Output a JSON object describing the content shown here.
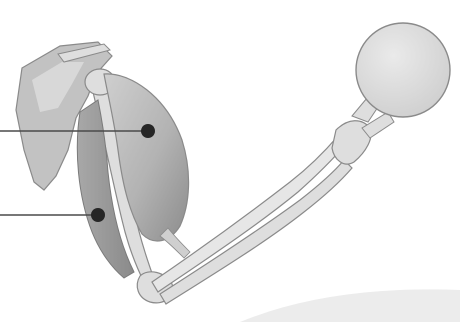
{
  "diagram": {
    "subject": "arm-skeleton-with-biceps-and-triceps",
    "callouts": [
      {
        "name": "biceps-callout",
        "points_to": "biceps-muscle",
        "label": ""
      },
      {
        "name": "triceps-callout",
        "points_to": "triceps-muscle",
        "label": ""
      }
    ],
    "colors": {
      "background": "#ffffff",
      "bone": "#dedede",
      "bone_outline": "#8a8a8a",
      "muscle": "#b8b8b8",
      "muscle_dark": "#8f8f8f",
      "shoulder_blade": "#c2c2c2",
      "callout_line": "#4a4a4a",
      "callout_dot": "#262626",
      "ball": "#dcdcdc",
      "arc": "#ececec"
    }
  }
}
